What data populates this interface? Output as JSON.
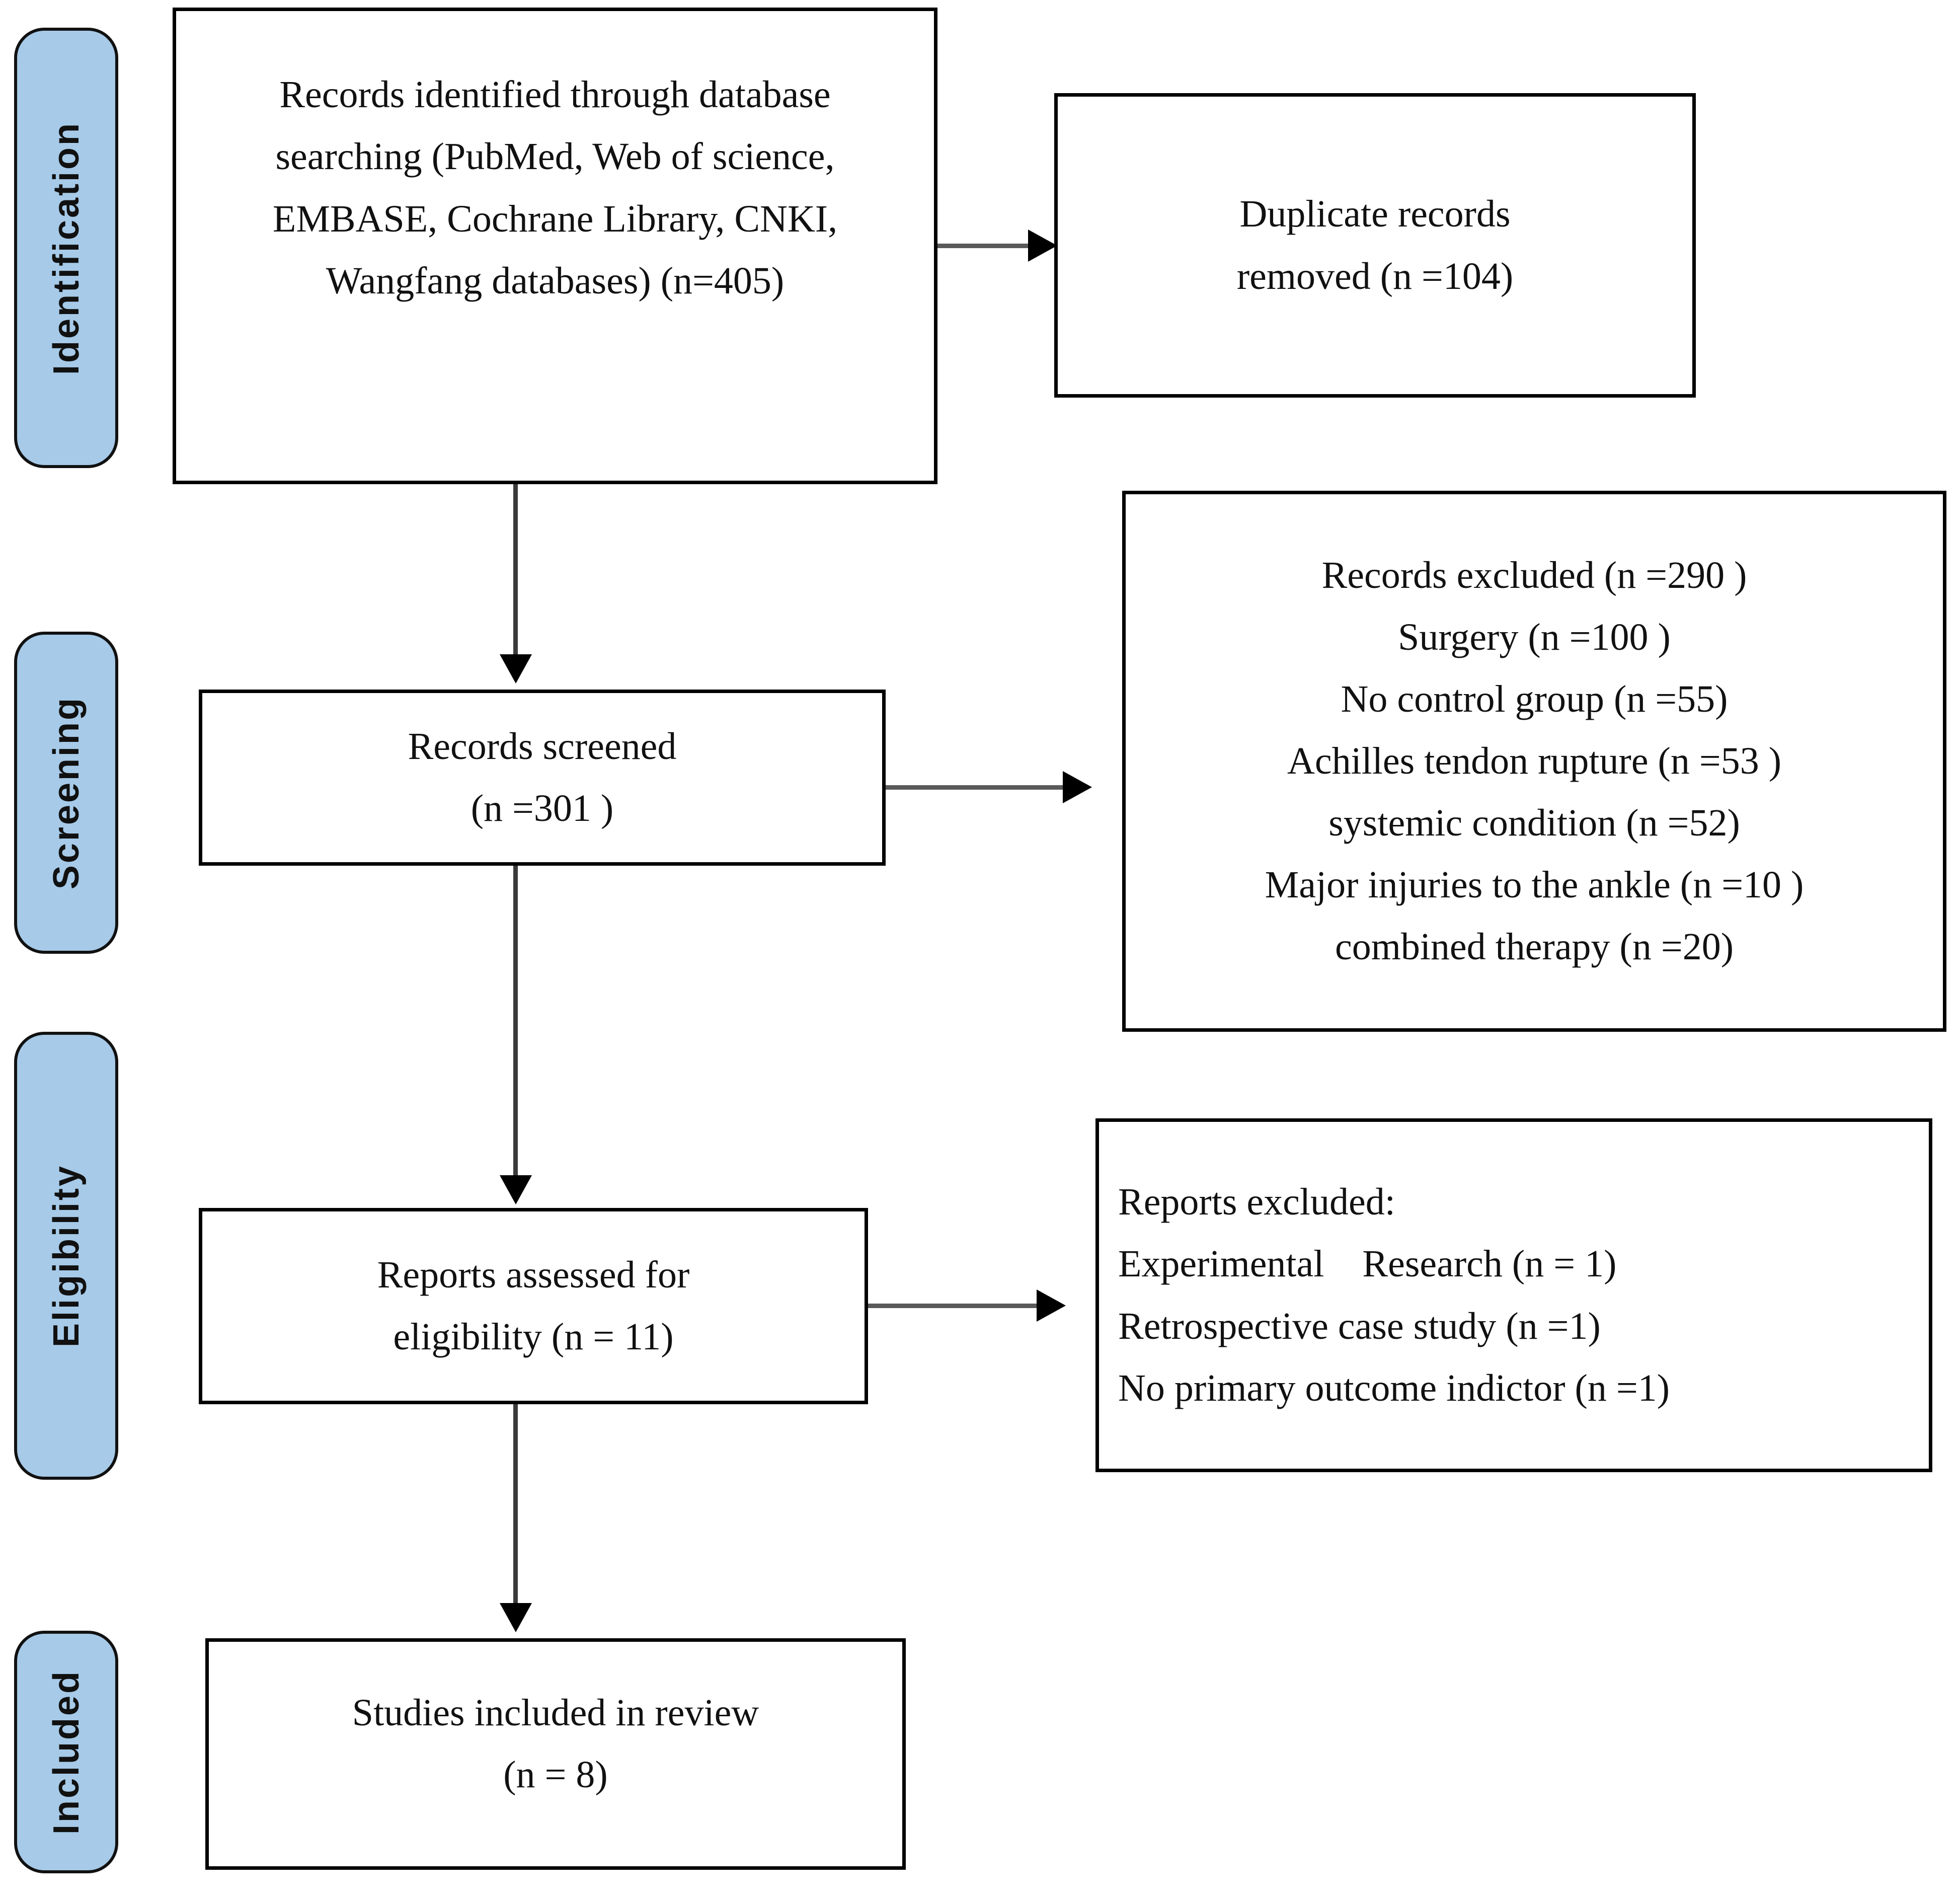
{
  "stages": [
    {
      "id": "identification",
      "label": "Identification"
    },
    {
      "id": "screening",
      "label": "Screening"
    },
    {
      "id": "eligibility",
      "label": "Eligibility"
    },
    {
      "id": "included",
      "label": "Included"
    }
  ],
  "boxes": {
    "records_identified": {
      "lines": [
        "Records identified through database",
        "searching (PubMed, Web of science,",
        "EMBASE, Cochrane Library, CNKI,",
        "Wangfang databases) (n=405)"
      ]
    },
    "duplicates_removed": {
      "lines": [
        "Duplicate records",
        "removed (n =104)"
      ]
    },
    "records_screened": {
      "lines": [
        "Records screened",
        "(n =301 )"
      ]
    },
    "records_excluded": {
      "lines": [
        "Records excluded (n =290 )",
        "Surgery (n =100 )",
        "No control group (n =55)",
        "Achilles tendon rupture (n =53 )",
        "systemic condition (n =52)",
        "Major injuries to the ankle (n =10 )",
        "combined therapy (n =20)"
      ]
    },
    "reports_assessed": {
      "lines": [
        "Reports assessed for",
        "eligibility (n = 11)"
      ]
    },
    "reports_excluded": {
      "lines": [
        "Reports excluded:",
        "Experimental    Research (n = 1)",
        "Retrospective case study (n =1)",
        "No primary outcome indictor (n =1)"
      ]
    },
    "studies_included": {
      "lines": [
        "Studies included in review",
        "(n = 8)"
      ]
    }
  },
  "colors": {
    "stage_fill": "#a6cae8",
    "stage_border": "#111111",
    "box_border": "#000000",
    "connector": "#3a3a3a",
    "text": "#111111",
    "background": "#ffffff"
  },
  "counts": {
    "identified": 405,
    "duplicates_removed": 104,
    "screened": 301,
    "records_excluded_total": 290,
    "excluded_surgery": 100,
    "excluded_no_control_group": 55,
    "excluded_achilles_rupture": 53,
    "excluded_systemic_condition": 52,
    "excluded_major_ankle_injury": 10,
    "excluded_combined_therapy": 20,
    "assessed_for_eligibility": 11,
    "reports_excluded_experimental_research": 1,
    "reports_excluded_retrospective_case_study": 1,
    "reports_excluded_no_primary_outcome": 1,
    "studies_included": 8
  }
}
